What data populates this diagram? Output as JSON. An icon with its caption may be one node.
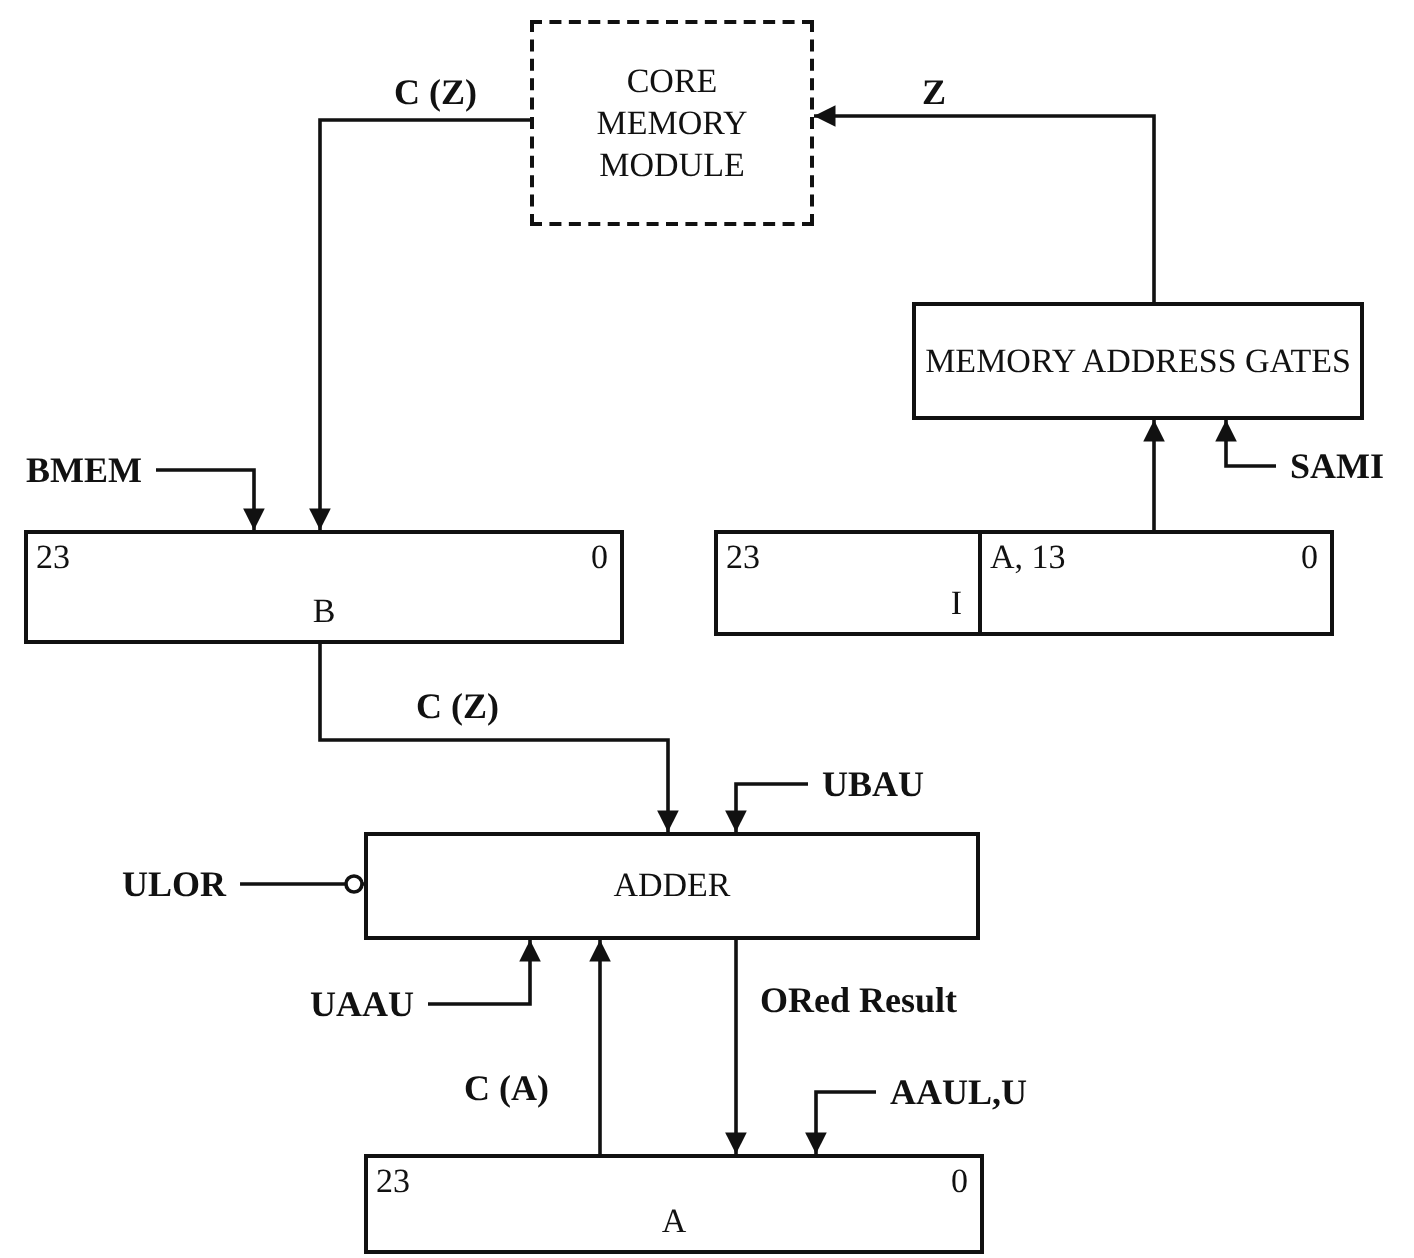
{
  "diagram": {
    "nodes": [
      {
        "text": [
          "CORE MEMORY MODULE"
        ]
      },
      {
        "text": [
          "MEMORY ADDRESS GATES"
        ]
      },
      {
        "text": [
          "23",
          "B",
          "0"
        ]
      },
      {
        "text": [
          "23",
          "I"
        ]
      },
      {
        "text": [
          "A, 13",
          "0"
        ]
      },
      {
        "text": [
          "ADDER"
        ]
      },
      {
        "text": [
          "23",
          "A",
          "0"
        ]
      },
      {
        "text": [
          "BMEM"
        ]
      },
      {
        "text": [
          "SAMI"
        ]
      },
      {
        "text": [
          "UBAU"
        ]
      },
      {
        "text": [
          "ULOR"
        ]
      },
      {
        "text": [
          "UAAU"
        ]
      },
      {
        "text": [
          "AAUL,U"
        ]
      }
    ],
    "edges": [
      {
        "from": 0,
        "to": 2,
        "arrow": "to",
        "label": "C (Z)"
      },
      {
        "from": 1,
        "to": 0,
        "arrow": "to",
        "label": "Z"
      },
      {
        "from": 4,
        "to": 1,
        "arrow": "to"
      },
      {
        "from": 8,
        "to": 1,
        "arrow": "to"
      },
      {
        "from": 7,
        "to": 2,
        "arrow": "to"
      },
      {
        "from": 2,
        "to": 5,
        "arrow": "to",
        "label": "C (Z)"
      },
      {
        "from": 9,
        "to": 5,
        "arrow": "to"
      },
      {
        "from": 10,
        "to": 5,
        "arrow": "other"
      },
      {
        "from": 11,
        "to": 5,
        "arrow": "to"
      },
      {
        "from": 6,
        "to": 5,
        "arrow": "to",
        "label": "C (A)"
      },
      {
        "from": 5,
        "to": 6,
        "arrow": "to",
        "label": "ORed Result"
      },
      {
        "from": 12,
        "to": 6,
        "arrow": "to"
      }
    ]
  }
}
